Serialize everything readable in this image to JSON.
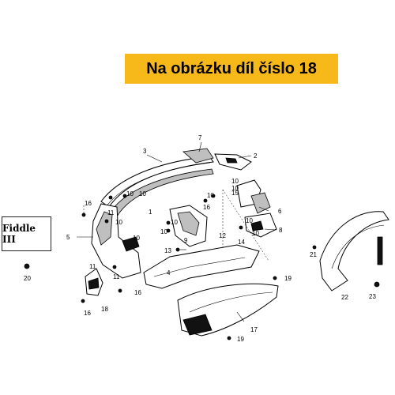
{
  "banner": {
    "text": "Na obrázku díl číslo 18"
  },
  "model_box": {
    "text": "Fiddle  III"
  },
  "callouts": {
    "c1": "1",
    "c2": "2",
    "c3": "3",
    "c4": "4",
    "c5": "5",
    "c6": "6",
    "c7": "7",
    "c8": "8",
    "c9": "9",
    "c10a": "10",
    "c10b": "10",
    "c10c": "10",
    "c10d": "10",
    "c10e": "10",
    "c10f": "10",
    "c10g": "10",
    "c10h": "10",
    "c10i": "10",
    "c10j": "10",
    "c10k": "10",
    "c11a": "11",
    "c11b": "11",
    "c11c": "11",
    "c12": "12",
    "c13": "13",
    "c14": "14",
    "c15": "15",
    "c16a": "16",
    "c16b": "16",
    "c16c": "16",
    "c16d": "16",
    "c17": "17",
    "c18": "18",
    "c19a": "19",
    "c19b": "19",
    "c20": "20",
    "c21": "21",
    "c22": "22",
    "c23": "23"
  },
  "colors": {
    "banner": "#f7b81a",
    "ink": "#000000"
  }
}
